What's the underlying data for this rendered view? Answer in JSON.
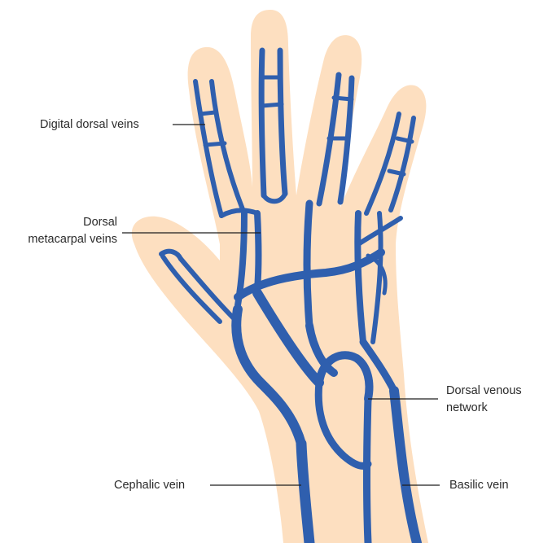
{
  "labels": {
    "digital_dorsal_veins": "Digital dorsal veins",
    "dorsal_metacarpal_veins_line1": "Dorsal",
    "dorsal_metacarpal_veins_line2": "metacarpal veins",
    "dorsal_venous_network_line1": "Dorsal venous",
    "dorsal_venous_network_line2": "network",
    "cephalic_vein": "Cephalic vein",
    "basilic_vein": "Basilic vein"
  },
  "colors": {
    "skin": "#fddfc0",
    "vein": "#2f5fae",
    "leader_line": "#1e1e1e",
    "text": "#2b2b2b"
  }
}
